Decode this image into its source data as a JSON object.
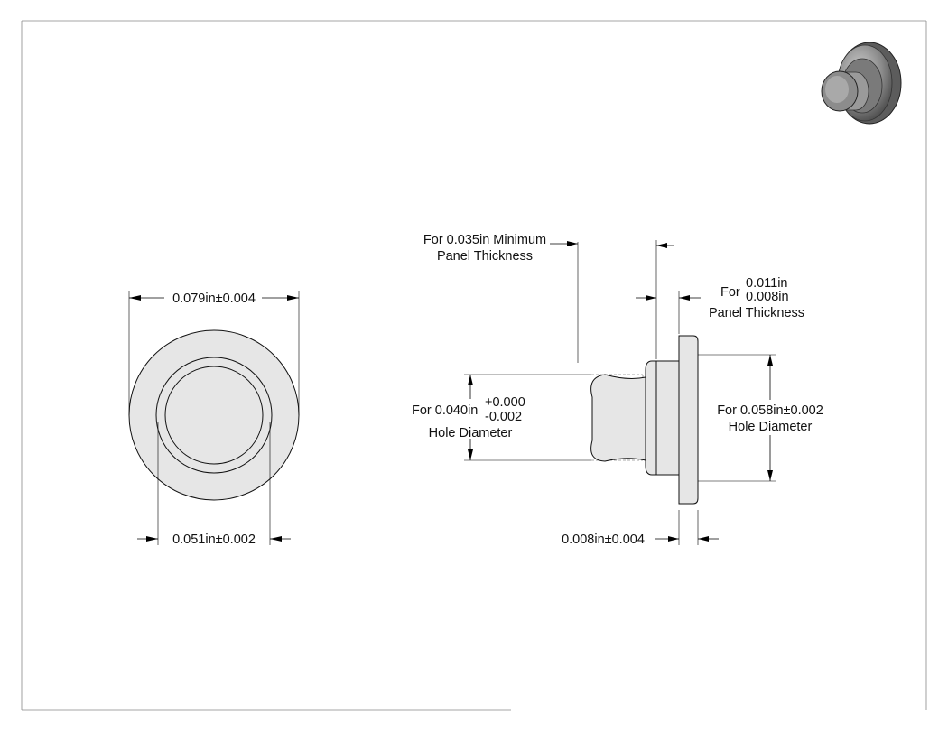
{
  "front_view": {
    "outer_diameter": "0.079in±0.004",
    "inner_diameter": "0.051in±0.002"
  },
  "side_view": {
    "min_panel": {
      "line1": "For 0.035in Minimum",
      "line2": "Panel Thickness"
    },
    "panel_range": {
      "prefix": "For",
      "upper": "0.011in",
      "lower": "0.008in",
      "label": "Panel Thickness"
    },
    "small_hole": {
      "prefix": "For 0.040in",
      "tol_plus": "+0.000",
      "tol_minus": "-0.002",
      "label": "Hole Diameter"
    },
    "large_hole": {
      "value": "For 0.058in±0.002",
      "label": "Hole Diameter"
    },
    "head_thickness": "0.008in±0.004"
  },
  "thumbnail": {
    "icon": "rivet-thumbnail-icon"
  },
  "colors": {
    "part_fill": "#e6e6e6",
    "thumbnail_fill": "#8a8a8a"
  }
}
